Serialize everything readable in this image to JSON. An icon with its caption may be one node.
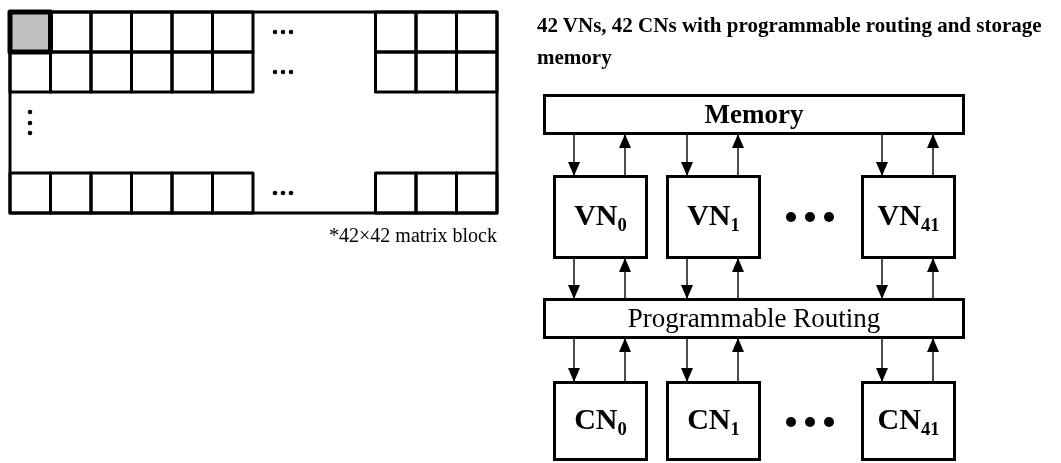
{
  "diagram": {
    "title": "42 VNs, 42 CNs with programmable routing and storage memory",
    "nodes": [
      {
        "text": [
          "Memory"
        ]
      },
      {
        "text": [
          "VN$_{0}$"
        ]
      },
      {
        "text": [
          "VN$_{1}$"
        ]
      },
      {
        "text": [
          "VN$_{41}$"
        ]
      },
      {
        "text": [
          "Programmable Routing"
        ]
      },
      {
        "text": [
          "CN$_{0}$"
        ]
      },
      {
        "text": [
          "CN$_{1}$"
        ]
      },
      {
        "text": [
          "CN$_{41}$"
        ]
      }
    ],
    "edges": [
      {
        "from": 0,
        "to": 1,
        "arrow": "to"
      },
      {
        "from": 1,
        "to": 0,
        "arrow": "to"
      },
      {
        "from": 0,
        "to": 2,
        "arrow": "to"
      },
      {
        "from": 2,
        "to": 0,
        "arrow": "to"
      },
      {
        "from": 0,
        "to": 3,
        "arrow": "to"
      },
      {
        "from": 3,
        "to": 0,
        "arrow": "to"
      },
      {
        "from": 1,
        "to": 4,
        "arrow": "to"
      },
      {
        "from": 4,
        "to": 1,
        "arrow": "to"
      },
      {
        "from": 2,
        "to": 4,
        "arrow": "to"
      },
      {
        "from": 4,
        "to": 2,
        "arrow": "to"
      },
      {
        "from": 3,
        "to": 4,
        "arrow": "to"
      },
      {
        "from": 4,
        "to": 3,
        "arrow": "to"
      },
      {
        "from": 4,
        "to": 5,
        "arrow": "to"
      },
      {
        "from": 5,
        "to": 4,
        "arrow": "to"
      },
      {
        "from": 4,
        "to": 6,
        "arrow": "to"
      },
      {
        "from": 6,
        "to": 4,
        "arrow": "to"
      },
      {
        "from": 4,
        "to": 7,
        "arrow": "to"
      },
      {
        "from": 7,
        "to": 4,
        "arrow": "to"
      }
    ],
    "labels": [
      "*42×42 matrix block"
    ]
  }
}
